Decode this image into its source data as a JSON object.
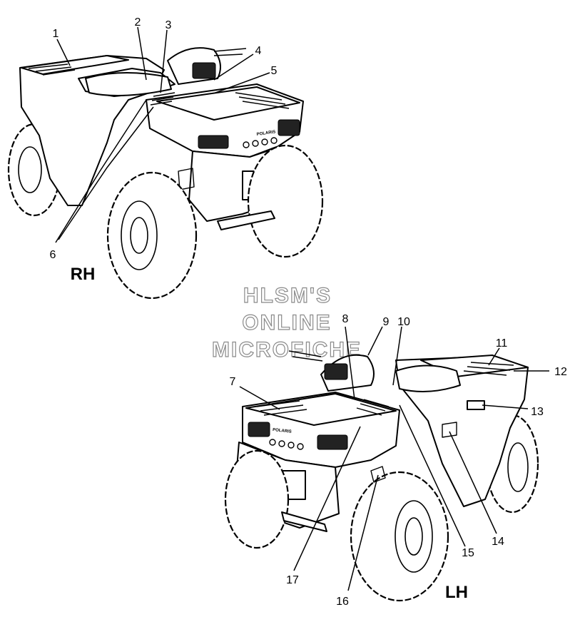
{
  "views": {
    "rh": {
      "label": "RH"
    },
    "lh": {
      "label": "LH"
    }
  },
  "watermark": [
    "HLSM'S",
    "ONLINE",
    "MICROFICHE"
  ],
  "callouts": [
    "1",
    "2",
    "3",
    "4",
    "5",
    "6",
    "7",
    "8",
    "9",
    "10",
    "11",
    "12",
    "13",
    "14",
    "15",
    "16",
    "17"
  ],
  "rack_badge": "POLARIS"
}
